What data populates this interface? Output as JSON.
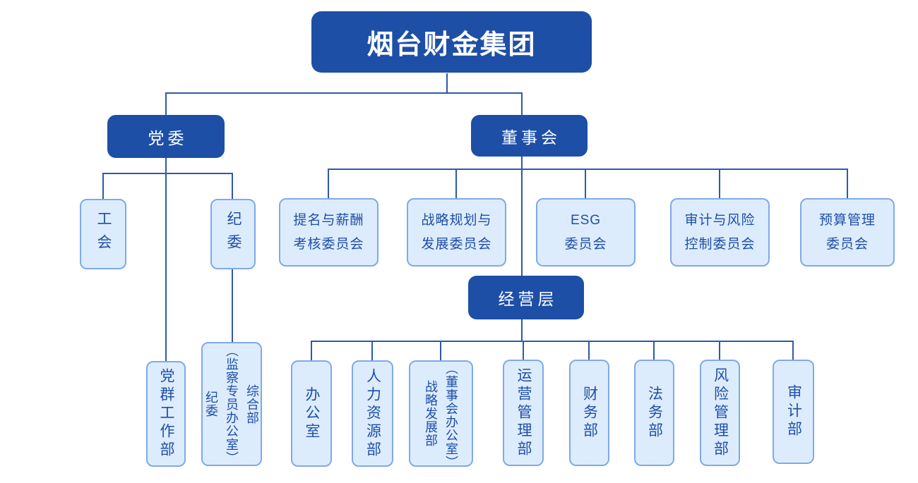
{
  "org_chart": {
    "root": {
      "label": "烟台财金集团"
    },
    "party": {
      "label": "党委",
      "children": [
        {
          "label": "工会"
        },
        {
          "label": "纪委"
        },
        {
          "label": "党群工作部"
        },
        {
          "label": "纪委（监察专员办公室）综合部",
          "lines": [
            "纪委",
            "（监察专员办公室）",
            "综合部"
          ]
        }
      ]
    },
    "board": {
      "label": "董事会",
      "committees": [
        {
          "label": "提名与薪酬考核委员会",
          "lines": [
            "提名与薪酬",
            "考核委员会"
          ]
        },
        {
          "label": "战略规划与发展委员会",
          "lines": [
            "战略规划与",
            "发展委员会"
          ]
        },
        {
          "label": "ESG委员会",
          "lines": [
            "ESG",
            "委员会"
          ]
        },
        {
          "label": "审计与风险控制委员会",
          "lines": [
            "审计与风险",
            "控制委员会"
          ]
        },
        {
          "label": "预算管理委员会",
          "lines": [
            "预算管理",
            "委员会"
          ]
        }
      ]
    },
    "management": {
      "label": "经营层",
      "departments": [
        {
          "label": "办公室"
        },
        {
          "label": "人力资源部"
        },
        {
          "label": "战略发展部（董事会办公室）",
          "lines": [
            "战略发展部",
            "（董事会办公室）"
          ]
        },
        {
          "label": "运营管理部"
        },
        {
          "label": "财务部"
        },
        {
          "label": "法务部"
        },
        {
          "label": "风险管理部"
        },
        {
          "label": "审计部"
        }
      ]
    },
    "colors": {
      "primary_blue": "#1e4fa7",
      "light_fill": "#ddecfc",
      "light_border": "#7fa9ea",
      "connector": "#2d5aa9",
      "white": "#ffffff"
    }
  }
}
